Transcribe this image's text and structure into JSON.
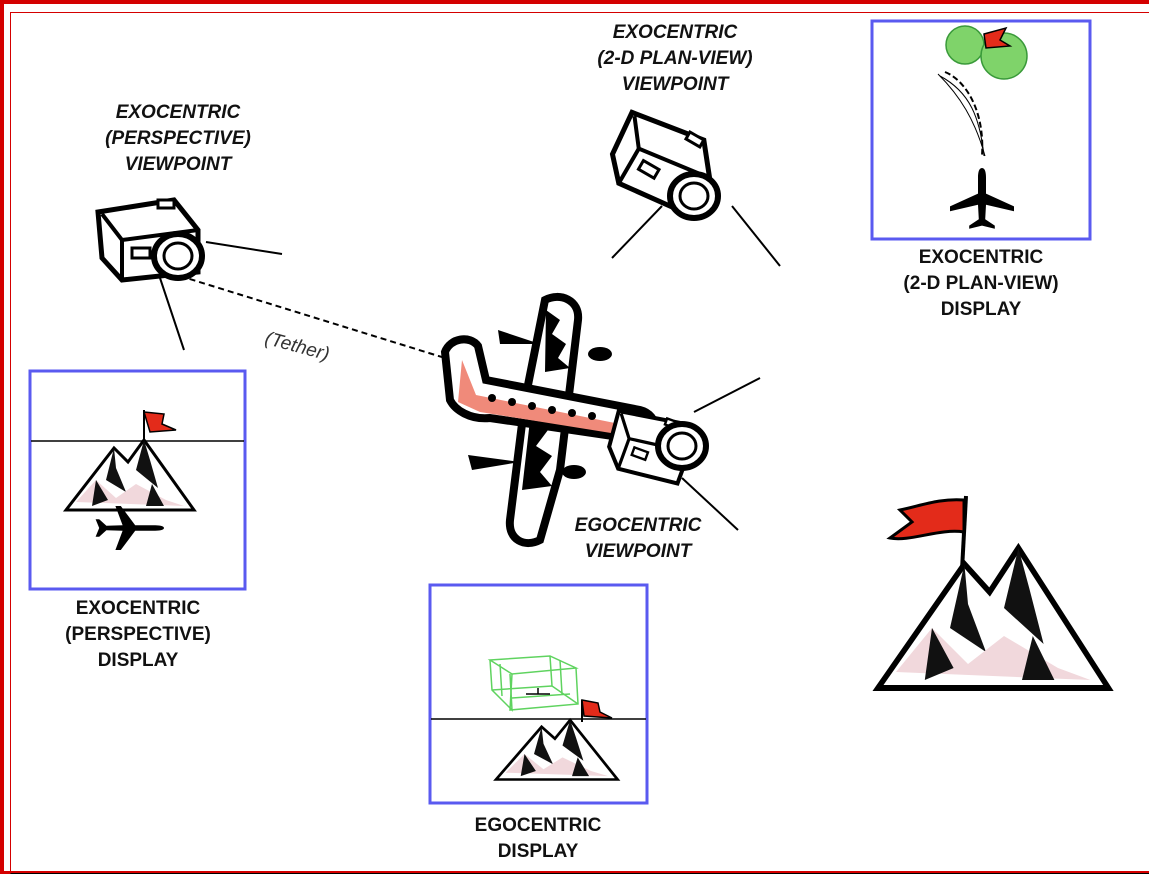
{
  "labels": {
    "exo_persp_viewpoint": [
      "EXOCENTRIC",
      "(PERSPECTIVE)",
      "VIEWPOINT"
    ],
    "exo_plan_viewpoint": [
      "EXOCENTRIC",
      "(2-D PLAN-VIEW)",
      "VIEWPOINT"
    ],
    "exo_plan_display": [
      "EXOCENTRIC",
      "(2-D PLAN-VIEW)",
      "DISPLAY"
    ],
    "exo_persp_display": [
      "EXOCENTRIC",
      "(PERSPECTIVE)",
      "DISPLAY"
    ],
    "ego_viewpoint": [
      "EGOCENTRIC",
      "VIEWPOINT"
    ],
    "ego_display": [
      "EGOCENTRIC",
      "DISPLAY"
    ],
    "tether": "(Tether)"
  },
  "colors": {
    "frame": "#d40000",
    "display_border": "#5a5af0",
    "flag": "#e32b1a",
    "plan_circle": "#7fd36a",
    "wireframe": "#5fd35f",
    "plane_stripe": "#f08a7a"
  },
  "icons": [
    "camera-icon",
    "airplane-icon",
    "mountain-icon",
    "flag-icon"
  ]
}
